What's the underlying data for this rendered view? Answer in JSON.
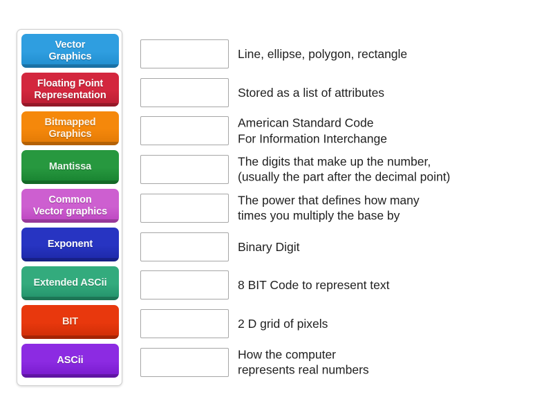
{
  "activity": {
    "type": "match-up",
    "background_color": "#ffffff"
  },
  "tile_panel": {
    "name": "draggable-tiles",
    "tiles": [
      {
        "label": "Vector\nGraphics",
        "color": "#2f9ee0",
        "color_dark": "#1f8ccd",
        "text_color": "#ffffff"
      },
      {
        "label": "Floating Point\nRepresentation",
        "color": "#d3273e",
        "color_dark": "#b81d32",
        "text_color": "#ffffff"
      },
      {
        "label": "Bitmapped\nGraphics",
        "color": "#f5880b",
        "color_dark": "#e07805",
        "text_color": "#fdf2e4"
      },
      {
        "label": "Mantissa",
        "color": "#27983f",
        "color_dark": "#17802f",
        "text_color": "#eaf7ec"
      },
      {
        "label": "Common\nVector graphics",
        "color": "#cd5fd0",
        "color_dark": "#bc45c0",
        "text_color": "#ffffff"
      },
      {
        "label": "Exponent",
        "color": "#2734c2",
        "color_dark": "#1c27a6",
        "text_color": "#ffffff"
      },
      {
        "label": "Extended ASCii",
        "color": "#33ab7d",
        "color_dark": "#229069",
        "text_color": "#f0fbf6"
      },
      {
        "label": "BIT",
        "color": "#e8380d",
        "color_dark": "#cc2d06",
        "text_color": "#fde7d9"
      },
      {
        "label": "ASCii",
        "color": "#8c2be2",
        "color_dark": "#7619ca",
        "text_color": "#ffffff"
      }
    ]
  },
  "answer_rows": [
    {
      "slot_value": "",
      "slot_placeholder": "",
      "definition": "Line, ellipse, polygon, rectangle"
    },
    {
      "slot_value": "",
      "slot_placeholder": "",
      "definition": "Stored as a list of attributes"
    },
    {
      "slot_value": "",
      "slot_placeholder": "",
      "definition": "American Standard Code\nFor Information Interchange"
    },
    {
      "slot_value": "",
      "slot_placeholder": "",
      "definition": "The digits that make up the number,\n(usually the part after the decimal point)"
    },
    {
      "slot_value": "",
      "slot_placeholder": "",
      "definition": "The power that defines how many\ntimes you multiply the base by"
    },
    {
      "slot_value": "",
      "slot_placeholder": "",
      "definition": "Binary Digit"
    },
    {
      "slot_value": "",
      "slot_placeholder": "",
      "definition": "8 BIT Code to represent text"
    },
    {
      "slot_value": "",
      "slot_placeholder": "",
      "definition": "2 D grid of pixels"
    },
    {
      "slot_value": "",
      "slot_placeholder": "",
      "definition": "How the computer\nrepresents real numbers"
    }
  ]
}
